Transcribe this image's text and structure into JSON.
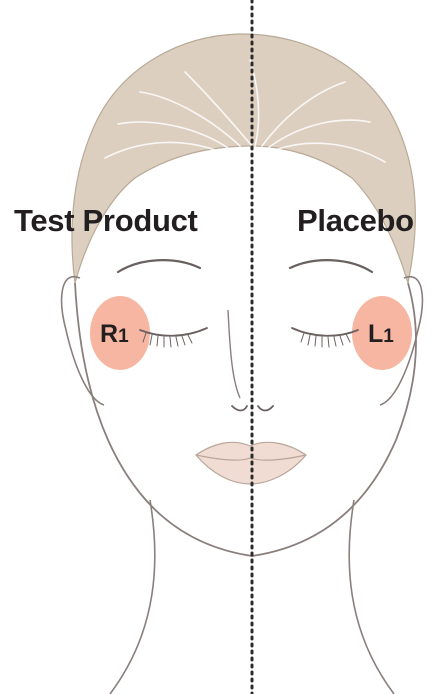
{
  "labels": {
    "left_side": "Test Product",
    "right_side": "Placebo"
  },
  "zones": [
    {
      "letter": "R",
      "number": "1"
    },
    {
      "letter": "L",
      "number": "1"
    }
  ],
  "colors": {
    "hair": "#dccfbf",
    "hair_line": "#b9aa97",
    "outline": "#8a7f7d",
    "cheek_zone": "#f4a990",
    "lips": "#f0dcd2",
    "divider": "#2b2b2b",
    "text": "#231f20"
  }
}
